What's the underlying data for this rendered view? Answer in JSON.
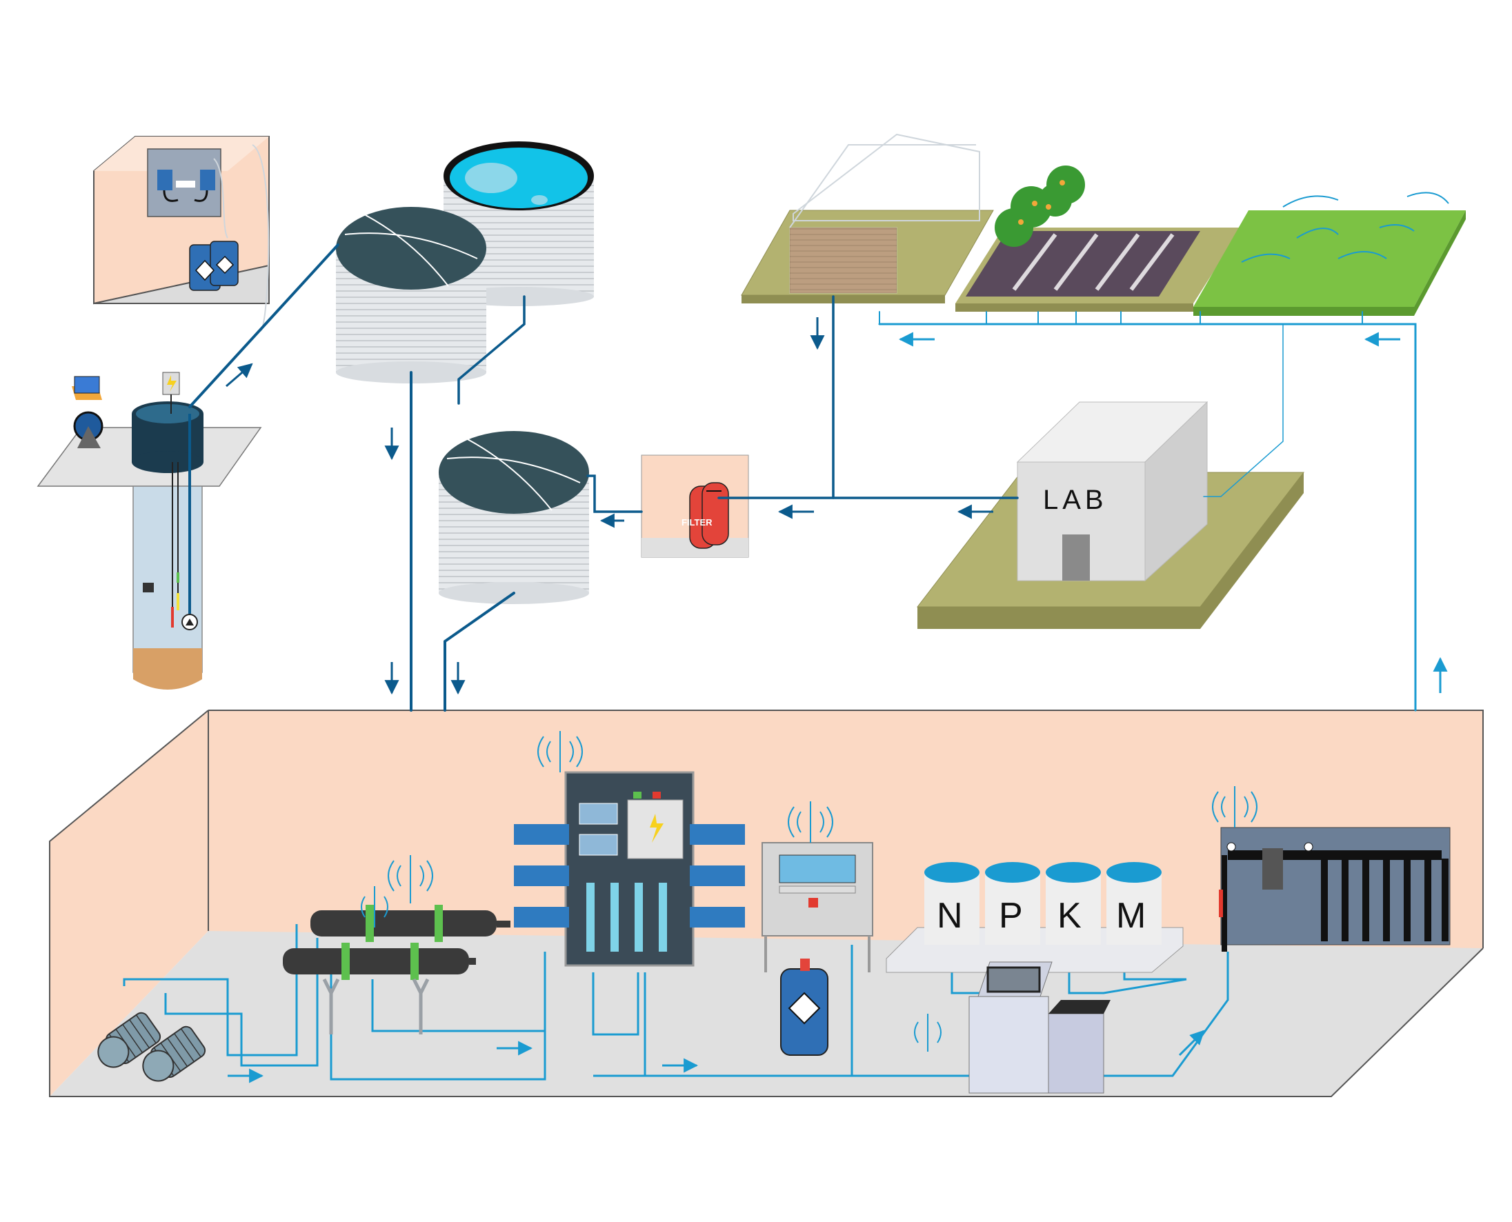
{
  "labels": {
    "lab": "LAB",
    "filter": "FILTER",
    "tank_n": "N",
    "tank_p": "P",
    "tank_k": "K",
    "tank_m": "M"
  },
  "colors": {
    "pipe_dark": "#0b5a8c",
    "pipe_light": "#1a9bd1",
    "room_wall": "#fbd9c4",
    "room_floor": "#e0e0e0",
    "ground": "#b3b270",
    "ground_side": "#8f8e52",
    "tank_body": "#e4e7ea",
    "tank_roof": "#35515a",
    "water": "#12c3e8",
    "field_green": "#7cc244",
    "filter_red": "#e3443a",
    "panel_blue": "#2f6fb5",
    "panel_grey": "#6c7f97"
  },
  "icons": [
    "chemical-control-cabinet-icon",
    "chemical-canister-icon",
    "well-pump-icon",
    "storage-tank-closed-icon",
    "storage-tank-open-icon",
    "greenhouse-icon",
    "orchard-field-icon",
    "sprinkler-field-icon",
    "lab-building-icon",
    "filter-unit-icon",
    "pump-motor-icon",
    "uv-reactor-icon",
    "reverse-osmosis-rack-icon",
    "dosing-controller-icon",
    "fertigation-machine-icon",
    "irrigation-manifold-icon",
    "wireless-antenna-icon",
    "flow-arrow-icon"
  ]
}
